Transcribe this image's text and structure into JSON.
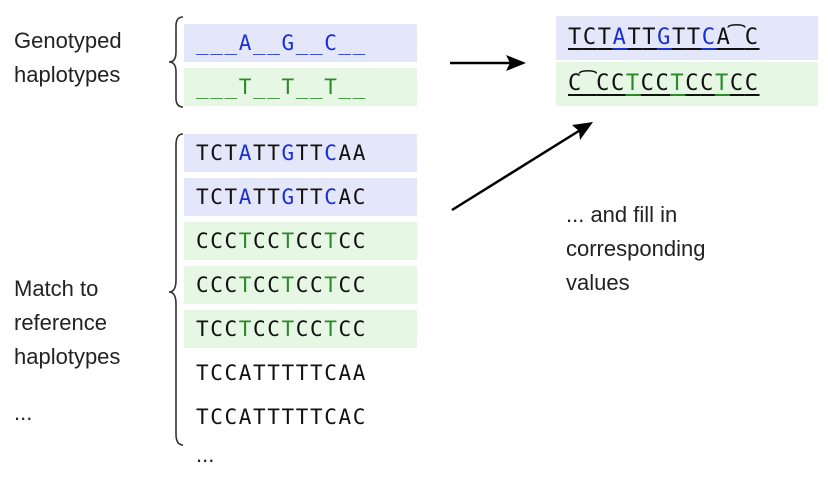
{
  "labels": {
    "genotyped": "Genotyped\nhaplotypes",
    "match": "Match to\nreference\nhaplotypes",
    "left_ellipsis": "...",
    "bottom_ellipsis": "...",
    "fill_in": "... and fill in\ncorresponding\nvalues"
  },
  "genotyped_rows": [
    {
      "text": "___A__G__C__",
      "color": "blue"
    },
    {
      "text": "___T__T__T__",
      "color": "green"
    }
  ],
  "reference_rows": [
    {
      "text": "TCTATTGTTCAA",
      "highlight": [
        3,
        6,
        9
      ],
      "group": "blue"
    },
    {
      "text": "TCTATTGTTCAC",
      "highlight": [
        3,
        6,
        9
      ],
      "group": "blue"
    },
    {
      "text": "CCCTCCTCCTCC",
      "highlight": [
        3,
        6,
        9
      ],
      "group": "green"
    },
    {
      "text": "CCCTCCTCCTCC",
      "highlight": [
        3,
        6,
        9
      ],
      "group": "green"
    },
    {
      "text": "TCCTCCTCCTCC",
      "highlight": [
        3,
        6,
        9
      ],
      "group": "green"
    },
    {
      "text": "TCCATTTTTCAA",
      "highlight": [],
      "group": "none"
    },
    {
      "text": "TCCATTTTTCAC",
      "highlight": [],
      "group": "none"
    }
  ],
  "result_rows": [
    {
      "text": "TCTATTGTTCA͡C",
      "highlight": [
        3,
        6,
        9
      ],
      "group": "blue"
    },
    {
      "text": "C͡CCTCCTCCTCC",
      "highlight": [
        3,
        6,
        9
      ],
      "group": "green"
    }
  ],
  "colors": {
    "blue_bg": "#e4e6fa",
    "green_bg": "#e6f7e3",
    "blue_text": "#1a2fd4",
    "green_text": "#2c8a2c"
  }
}
